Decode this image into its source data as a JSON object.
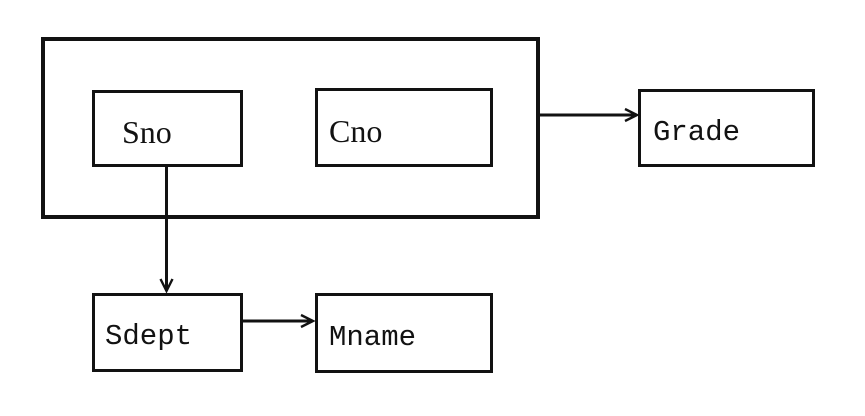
{
  "diagram": {
    "kind": "functional-dependency-diagram",
    "colors": {
      "background": "#ffffff",
      "line": "#121212",
      "text": "#121212"
    },
    "nodes": {
      "sno": {
        "label": "Sno"
      },
      "cno": {
        "label": "Cno"
      },
      "grade": {
        "label": "Grade"
      },
      "sdept": {
        "label": "Sdept"
      },
      "mname": {
        "label": "Mname"
      }
    },
    "group": {
      "members": [
        "Sno",
        "Cno"
      ]
    },
    "edges": [
      {
        "from": "(Sno, Cno) group",
        "to": "Grade",
        "style": "arrow-right"
      },
      {
        "from": "Sno",
        "to": "Sdept",
        "style": "arrow-down"
      },
      {
        "from": "Sdept",
        "to": "Mname",
        "style": "arrow-right"
      }
    ]
  }
}
